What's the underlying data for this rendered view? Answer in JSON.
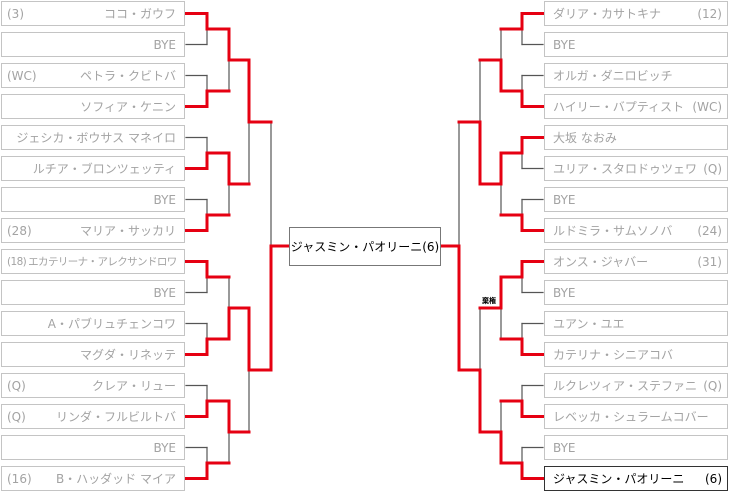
{
  "colors": {
    "win_line": "#e60012",
    "line": "#555555",
    "box_border": "#c4c4c4",
    "text": "#a3a3a3"
  },
  "champion": {
    "name": "ジャスミン・パオリーニ",
    "seed": "(6)"
  },
  "retired_label": "棄権",
  "left": {
    "players": [
      {
        "seed": "(3)",
        "name": "ココ・ガウフ"
      },
      {
        "seed": "",
        "name": "BYE"
      },
      {
        "seed": "(WC)",
        "name": "ペトラ・クビトバ"
      },
      {
        "seed": "",
        "name": "ソフィア・ケニン"
      },
      {
        "seed": "",
        "name": "ジェシカ・ボウサス マネイロ"
      },
      {
        "seed": "",
        "name": "ルチア・ブロンツェッティ"
      },
      {
        "seed": "",
        "name": "BYE"
      },
      {
        "seed": "(28)",
        "name": "マリア・サッカリ"
      },
      {
        "seed": "(18)",
        "name": "エカテリーナ・アレクサンドロワ"
      },
      {
        "seed": "",
        "name": "BYE"
      },
      {
        "seed": "",
        "name": "A・パブリュチェンコワ"
      },
      {
        "seed": "",
        "name": "マグダ・リネッテ"
      },
      {
        "seed": "(Q)",
        "name": "クレア・リュー"
      },
      {
        "seed": "(Q)",
        "name": "リンダ・フルビルトバ"
      },
      {
        "seed": "",
        "name": "BYE"
      },
      {
        "seed": "(16)",
        "name": "B・ハッダッド マイア"
      }
    ],
    "results": [
      [
        0,
        1,
        1,
        1,
        0,
        1,
        1,
        1
      ],
      [
        0,
        0,
        1,
        0
      ],
      [
        0,
        0
      ],
      [
        1
      ]
    ]
  },
  "right": {
    "players": [
      {
        "seed": "(12)",
        "name": "ダリア・カサトキナ"
      },
      {
        "seed": "",
        "name": "BYE"
      },
      {
        "seed": "",
        "name": "オルガ・ダニロビッチ"
      },
      {
        "seed": "(WC)",
        "name": "ハイリー・バプティスト"
      },
      {
        "seed": "",
        "name": "大坂 なおみ"
      },
      {
        "seed": "(Q)",
        "name": "ユリア・スタロドゥツェワ"
      },
      {
        "seed": "",
        "name": "BYE"
      },
      {
        "seed": "(24)",
        "name": "ルドミラ・サムソノバ"
      },
      {
        "seed": "(31)",
        "name": "オンス・ジャバー"
      },
      {
        "seed": "",
        "name": "BYE"
      },
      {
        "seed": "",
        "name": "ユアン・ユエ"
      },
      {
        "seed": "",
        "name": "カテリナ・シニアコバ"
      },
      {
        "seed": "(Q)",
        "name": "ルクレツィア・ステファニニ"
      },
      {
        "seed": "",
        "name": "レベッカ・シュラームコバー"
      },
      {
        "seed": "",
        "name": "BYE"
      },
      {
        "seed": "(6)",
        "name": "ジャスミン・パオリーニ"
      }
    ],
    "results": [
      [
        0,
        1,
        0,
        1,
        0,
        1,
        1,
        1
      ],
      [
        1,
        0,
        0,
        1
      ],
      [
        1,
        1
      ],
      [
        1
      ]
    ],
    "highlight_index": 15
  }
}
